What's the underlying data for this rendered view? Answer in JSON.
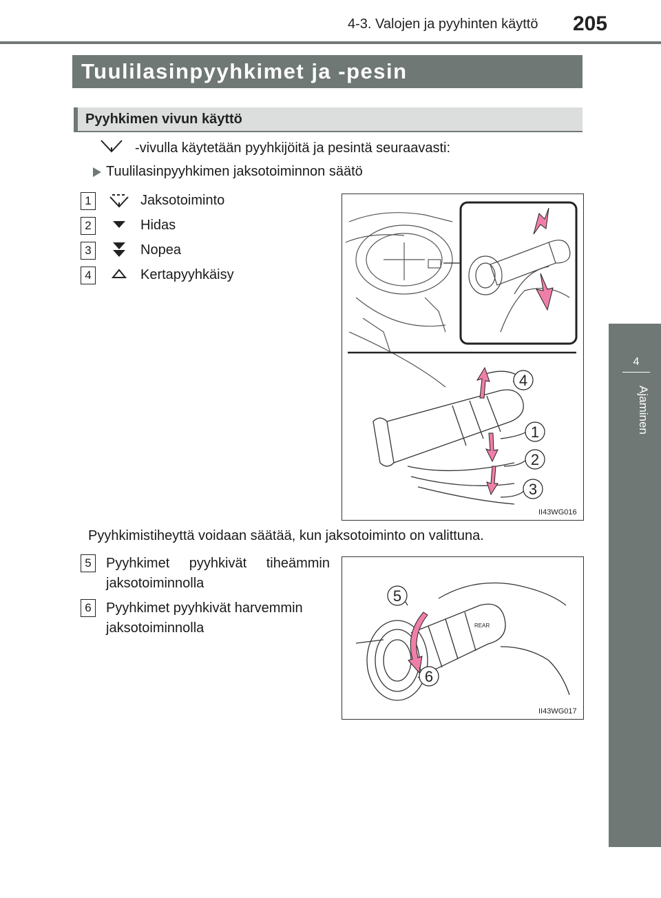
{
  "header": {
    "section": "4-3. Valojen ja pyyhinten käyttö",
    "page_number": "205"
  },
  "sidebar": {
    "chapter_number": "4",
    "chapter_title": "Ajaminen"
  },
  "title": "Tuulilasinpyyhkimet ja -pesin",
  "subtitle": "Pyyhkimen vivun käyttö",
  "intro": "-vivulla käytetään pyyhkijöitä ja pesintä seuraavasti:",
  "bullet_heading": "Tuulilasinpyyhkimen jaksotoiminnon säätö",
  "items": [
    {
      "num": "1",
      "icon": "wiper-intermittent-icon",
      "label": "Jaksotoiminto"
    },
    {
      "num": "2",
      "icon": "triangle-down-icon",
      "label": "Hidas"
    },
    {
      "num": "3",
      "icon": "double-triangle-down-icon",
      "label": "Nopea"
    },
    {
      "num": "4",
      "icon": "triangle-up-outline-icon",
      "label": "Kertapyyhkäisy"
    }
  ],
  "fig1": {
    "id": "II43WG016",
    "callouts": [
      "4",
      "1",
      "2",
      "3"
    ]
  },
  "note": "Pyyhkimistiheyttä voidaan säätää, kun jaksotoiminto on valittuna.",
  "items2": [
    {
      "num": "5",
      "label": "Pyyhkimet pyyhkivät tiheämmin jaksotoiminnolla"
    },
    {
      "num": "6",
      "label": "Pyyhkimet pyyhkivät harvemmin jaksotoiminnolla"
    }
  ],
  "fig2": {
    "id": "II43WG017",
    "callouts": [
      "5",
      "6"
    ],
    "rear_label": "REAR"
  },
  "colors": {
    "gray": "#6f7875",
    "light_gray": "#dcdedd",
    "arrow_pink": "#ef7fa8"
  }
}
